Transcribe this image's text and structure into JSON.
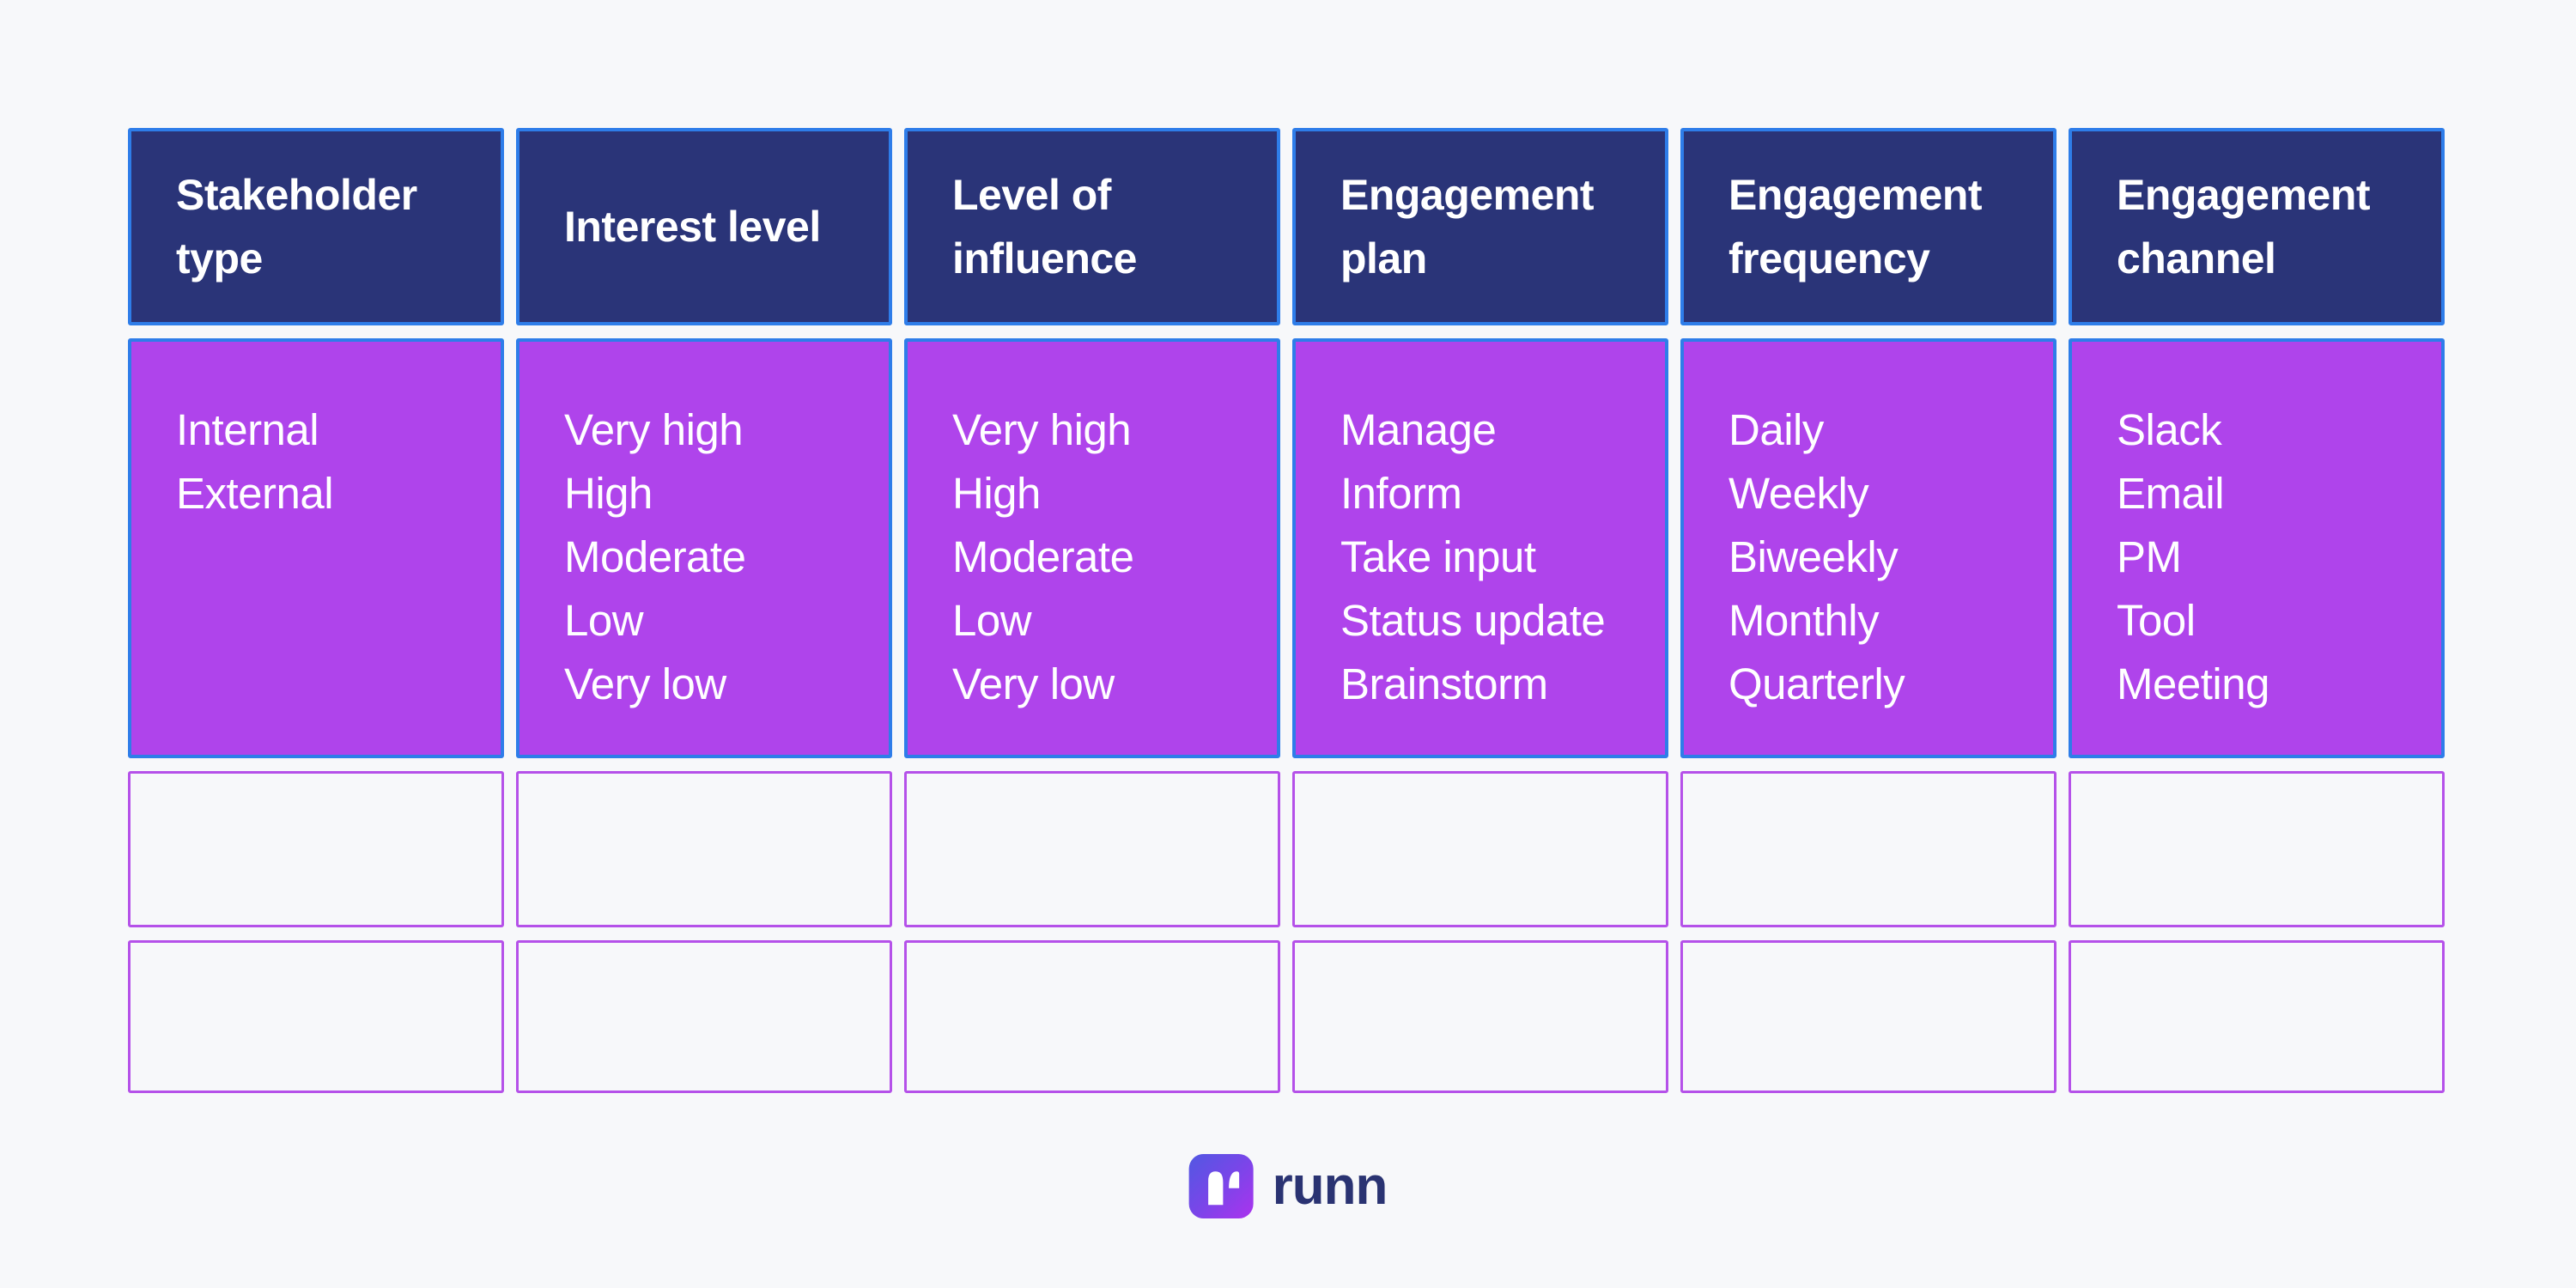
{
  "theme": {
    "page_bg": "#f7f8fa",
    "header_bg": "#2a3478",
    "blue_border": "#2e7de9",
    "options_bg": "#af44eb",
    "empty_border": "#b551e9",
    "cell_text": "#ffffff",
    "logo_gradient_start": "#5158e2",
    "logo_gradient_end": "#ab33ee",
    "logo_text_color": "#2a3372"
  },
  "table": {
    "columns": [
      {
        "header": "Stakeholder type",
        "options": [
          "Internal",
          "External"
        ]
      },
      {
        "header": "Interest level",
        "options": [
          "Very high",
          "High",
          "Moderate",
          "Low",
          "Very low"
        ]
      },
      {
        "header": "Level of influence",
        "options": [
          "Very high",
          "High",
          "Moderate",
          "Low",
          "Very low"
        ]
      },
      {
        "header": "Engagement plan",
        "options": [
          "Manage",
          "Inform",
          "Take input",
          "Status update",
          "Brainstorm"
        ]
      },
      {
        "header": "Engagement frequency",
        "options": [
          "Daily",
          "Weekly",
          "Biweekly",
          "Monthly",
          "Quarterly"
        ]
      },
      {
        "header": "Engagement channel",
        "options": [
          "Slack",
          "Email",
          "PM",
          "Tool",
          "Meeting"
        ]
      }
    ],
    "empty_row_count": 2
  },
  "footer": {
    "logo_text": "runn"
  }
}
